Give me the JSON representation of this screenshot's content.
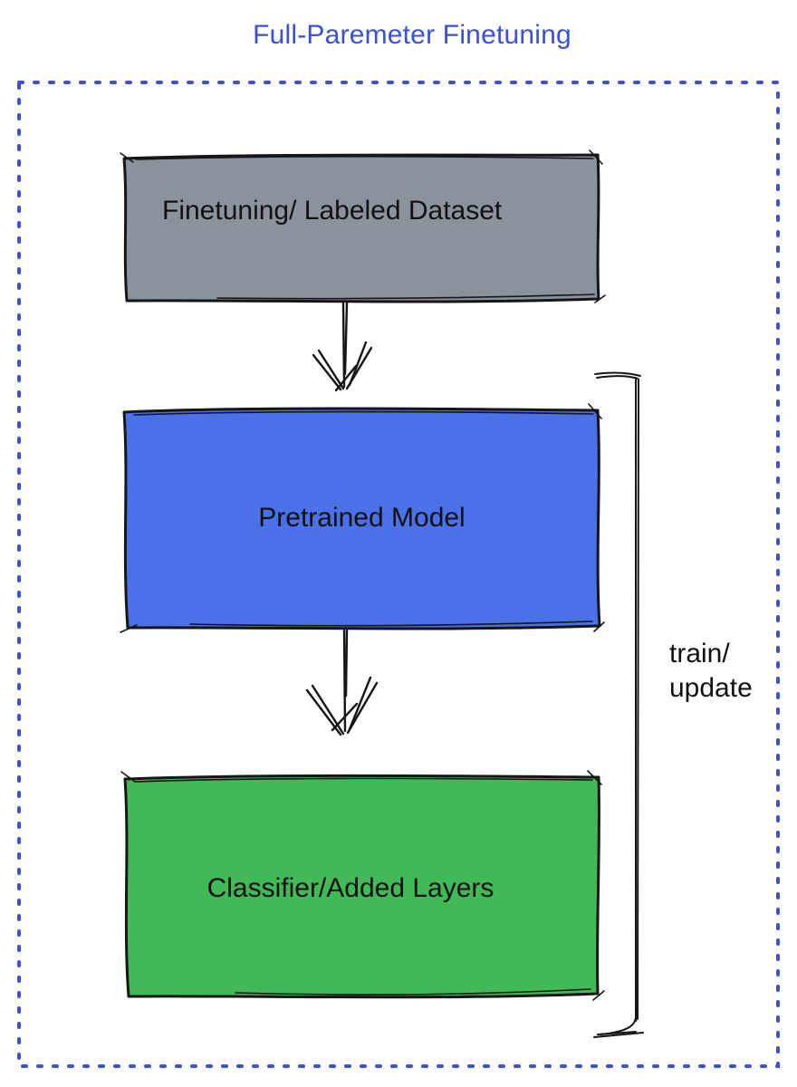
{
  "title": "Full-Paremeter Finetuning",
  "palette": {
    "title_blue": "#3b50d8",
    "frame_blue": "#3c51d6",
    "ink": "#161616",
    "label_black": "#111111"
  },
  "nodes": [
    {
      "label": "Finetuning/ Labeled Dataset",
      "fill": "#8a929c"
    },
    {
      "label": "Pretrained Model",
      "fill": "#4a71e8"
    },
    {
      "label": "Classifier/Added Layers",
      "fill": "#41b957"
    }
  ],
  "edges": [
    {
      "from": "Finetuning/ Labeled Dataset",
      "to": "Pretrained Model",
      "type": "arrow-down"
    },
    {
      "from": "Pretrained Model",
      "to": "Classifier/Added Layers",
      "type": "arrow-down"
    }
  ],
  "bracket": {
    "line1": "train/",
    "line2": "update",
    "applies_to": [
      "Pretrained Model",
      "Classifier/Added Layers"
    ]
  }
}
